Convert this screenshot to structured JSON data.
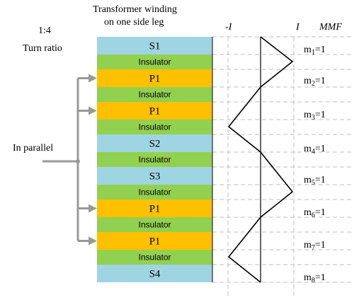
{
  "header": {
    "title_line1": "Transformer winding",
    "title_line2": "on one side leg",
    "ratio_value": "1:4",
    "ratio_label": "Turn ratio",
    "neg_i": "-I",
    "pos_i": "I",
    "mmf": "MMF"
  },
  "parallel_label": "In parallel",
  "layers": [
    {
      "label": "S1",
      "type": "secondary"
    },
    {
      "label": "Insulator",
      "type": "insulator"
    },
    {
      "label": "P1",
      "type": "primary"
    },
    {
      "label": "Insulator",
      "type": "insulator"
    },
    {
      "label": "P1",
      "type": "primary"
    },
    {
      "label": "Insulator",
      "type": "insulator"
    },
    {
      "label": "S2",
      "type": "secondary"
    },
    {
      "label": "Insulator",
      "type": "insulator"
    },
    {
      "label": "S3",
      "type": "secondary"
    },
    {
      "label": "Insulator",
      "type": "insulator"
    },
    {
      "label": "P1",
      "type": "primary"
    },
    {
      "label": "Insulator",
      "type": "insulator"
    },
    {
      "label": "P1",
      "type": "primary"
    },
    {
      "label": "Insulator",
      "type": "insulator"
    },
    {
      "label": "S4",
      "type": "secondary"
    }
  ],
  "mmf_labels": [
    {
      "m": "m",
      "sub": "1",
      "val": "=1"
    },
    {
      "m": "m",
      "sub": "2",
      "val": "=1"
    },
    {
      "m": "m",
      "sub": "3",
      "val": "=1"
    },
    {
      "m": "m",
      "sub": "4",
      "val": "=1"
    },
    {
      "m": "m",
      "sub": "5",
      "val": "=1"
    },
    {
      "m": "m",
      "sub": "6",
      "val": "=1"
    },
    {
      "m": "m",
      "sub": "7",
      "val": "=1"
    },
    {
      "m": "m",
      "sub": "8",
      "val": "=1"
    }
  ],
  "colors": {
    "secondary": "#9fd5e3",
    "primary": "#ffc000",
    "insulator": "#92d050",
    "arrow": "#999999",
    "line": "#000000",
    "dash": "#bfbfbf"
  }
}
